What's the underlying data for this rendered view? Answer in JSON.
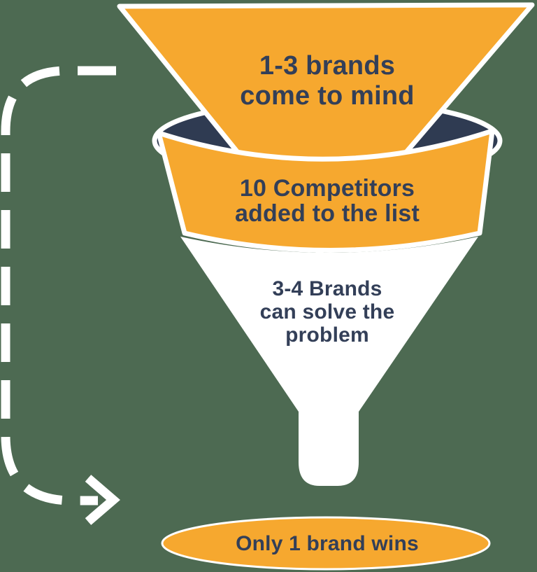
{
  "title": "Brand choice funnel diagram",
  "colors": {
    "background": "#4D6A52",
    "orange": "#F6A82F",
    "navy": "#2F3B52",
    "white": "#FFFFFF",
    "text": "#333F58"
  },
  "funnel": {
    "stage1_label": "1-3 brands\ncome to mind",
    "stage2_label": "10 Competitors\nadded to the list",
    "stage3_label": "3-4 Brands\ncan solve the\nproblem",
    "result_label": "Only 1 brand wins"
  }
}
